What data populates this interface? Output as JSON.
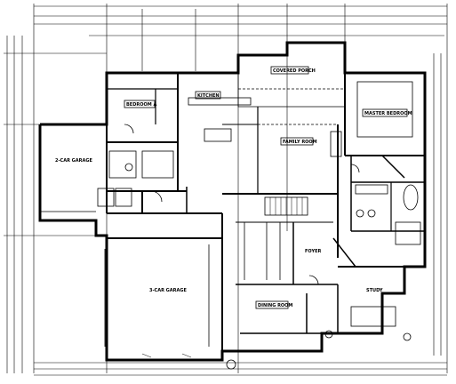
{
  "rooms": {
    "bedroom_a": "BEDROOM A",
    "kitchen": "KITCHEN",
    "covered_porch": "COVERED PORCH",
    "master_bedroom": "MASTER BEDROOM",
    "family_room": "FAMILY ROOM",
    "garage_2car": "2-CAR GARAGE",
    "garage_3car": "3-CAR GARAGE",
    "foyer": "FOYER",
    "study": "STUDY",
    "dining_room": "DINING ROOM"
  },
  "colors": {
    "line": "#000000",
    "paper": "#ffffff"
  }
}
